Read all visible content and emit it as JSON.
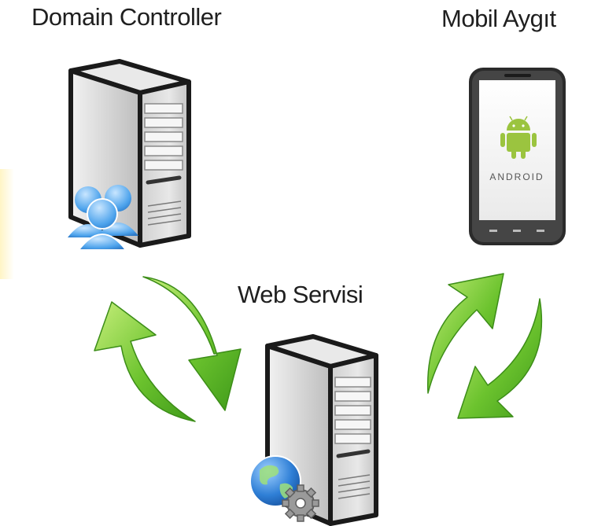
{
  "labels": {
    "domain_controller": "Domain Controller",
    "mobile_device": "Mobil Aygıt",
    "web_service": "Web Servisi"
  },
  "phone_screen_text": "ANDROID",
  "colors": {
    "arrow_green": "#5cb82a",
    "arrow_light": "#c6ee7a",
    "android_green": "#9bc43f",
    "server_body": "#d6d6d6",
    "globe_blue": "#2f7fd6",
    "users_blue": "#4da3ec"
  },
  "icons": {
    "dc_badge": "users-icon",
    "web_badge": "globe-gear-icon",
    "phone_logo": "android-icon"
  }
}
